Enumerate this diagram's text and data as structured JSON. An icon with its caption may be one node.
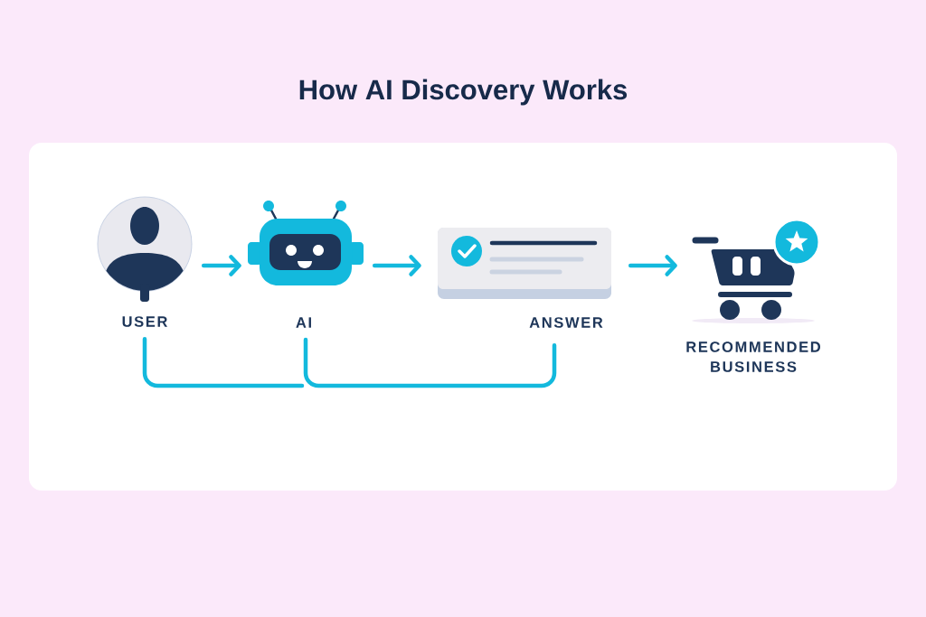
{
  "diagram": {
    "title": "How AI Discovery Works",
    "nodes": [
      {
        "text": [
          "USER"
        ]
      },
      {
        "text": [
          "AI"
        ]
      },
      {
        "text": [
          "ANSWER"
        ]
      },
      {
        "text": [
          "RECOMMENDED BUSINESS"
        ]
      }
    ],
    "edges": [
      {
        "from": 0,
        "to": 1,
        "arrow": "to"
      },
      {
        "from": 1,
        "to": 2,
        "arrow": "to"
      },
      {
        "from": 2,
        "to": 3,
        "arrow": "to"
      },
      {
        "from": 0,
        "to": 1,
        "arrow": "none"
      },
      {
        "from": 1,
        "to": 2,
        "arrow": "none"
      }
    ]
  }
}
